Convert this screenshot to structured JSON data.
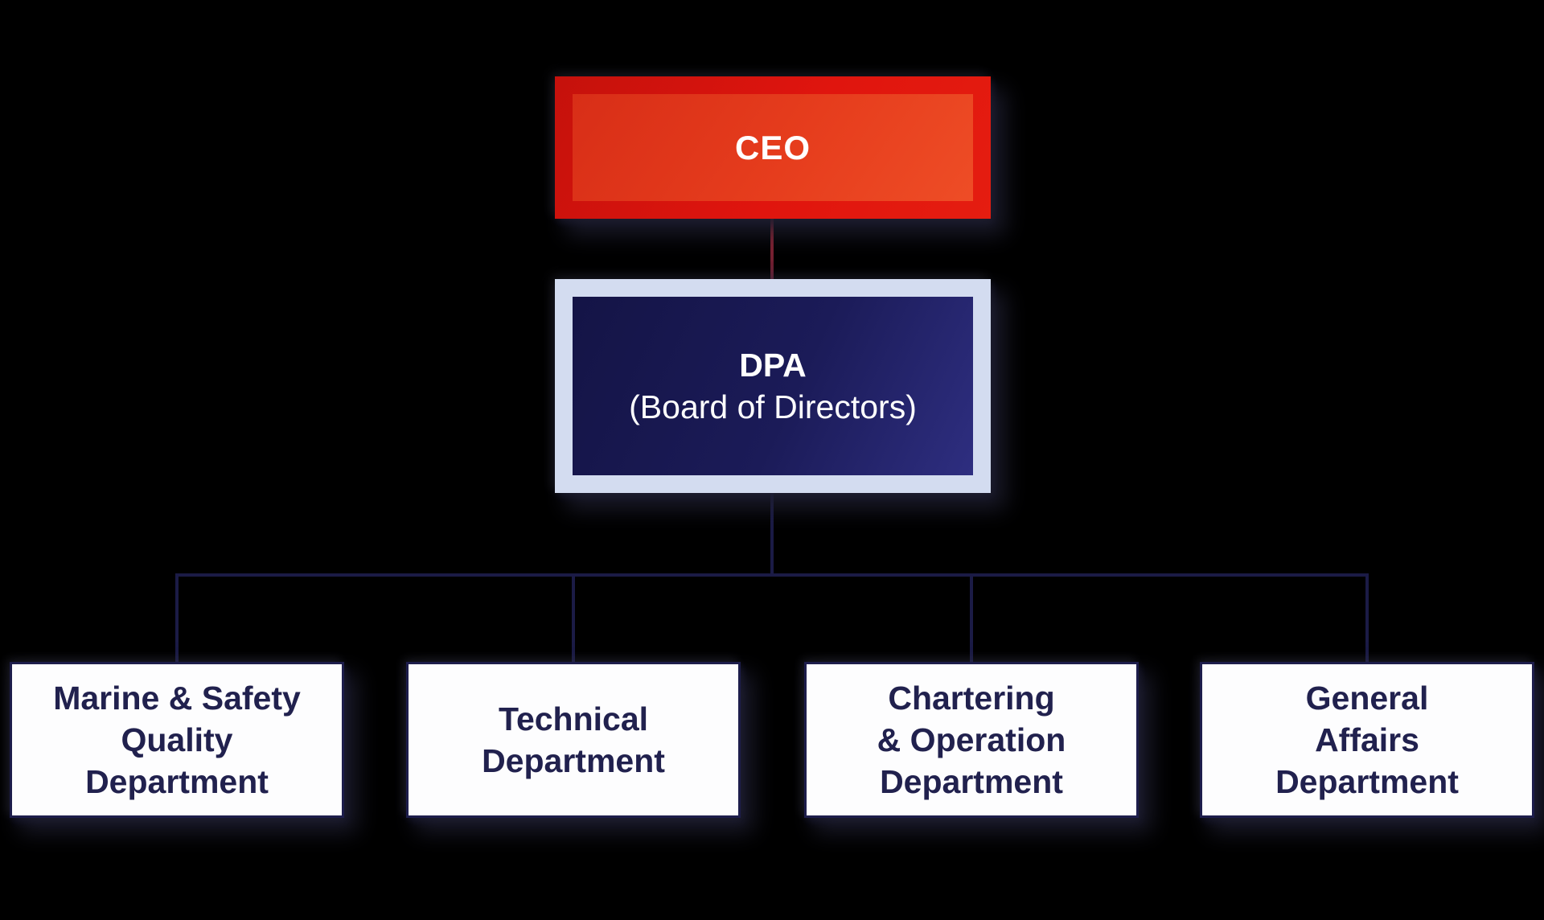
{
  "org_chart": {
    "type": "org-hierarchy-diagram",
    "background_color": "#000000",
    "colors": {
      "ceo_red_frame": "#d8130d",
      "ceo_red_inner": "#e63d1d",
      "dpa_border_lavender": "#d3dcf0",
      "dpa_navy_gradient_start": "#141446",
      "dpa_navy_gradient_end": "#2e2e80",
      "connector_navy": "#1b1b46",
      "connector_maroon": "#7c2133",
      "department_fill": "#fdfdfe",
      "department_border": "#1d1d4b",
      "department_text": "#21214e",
      "node_text_white": "#ffffff"
    },
    "ceo": {
      "label": "CEO"
    },
    "dpa": {
      "line1": "DPA",
      "line2": "(Board of Directors)"
    },
    "departments": [
      {
        "lines": [
          "Marine & Safety",
          "Quality",
          "Department"
        ]
      },
      {
        "lines": [
          "Technical",
          "Department"
        ]
      },
      {
        "lines": [
          "Chartering",
          "& Operation",
          "Department"
        ]
      },
      {
        "lines": [
          "General",
          "Affairs",
          "Department"
        ]
      }
    ],
    "edges": [
      [
        "CEO",
        "DPA (Board of Directors)"
      ],
      [
        "DPA (Board of Directors)",
        "Marine & Safety Quality Department"
      ],
      [
        "DPA (Board of Directors)",
        "Technical Department"
      ],
      [
        "DPA (Board of Directors)",
        "Chartering & Operation Department"
      ],
      [
        "DPA (Board of Directors)",
        "General Affairs Department"
      ]
    ]
  }
}
